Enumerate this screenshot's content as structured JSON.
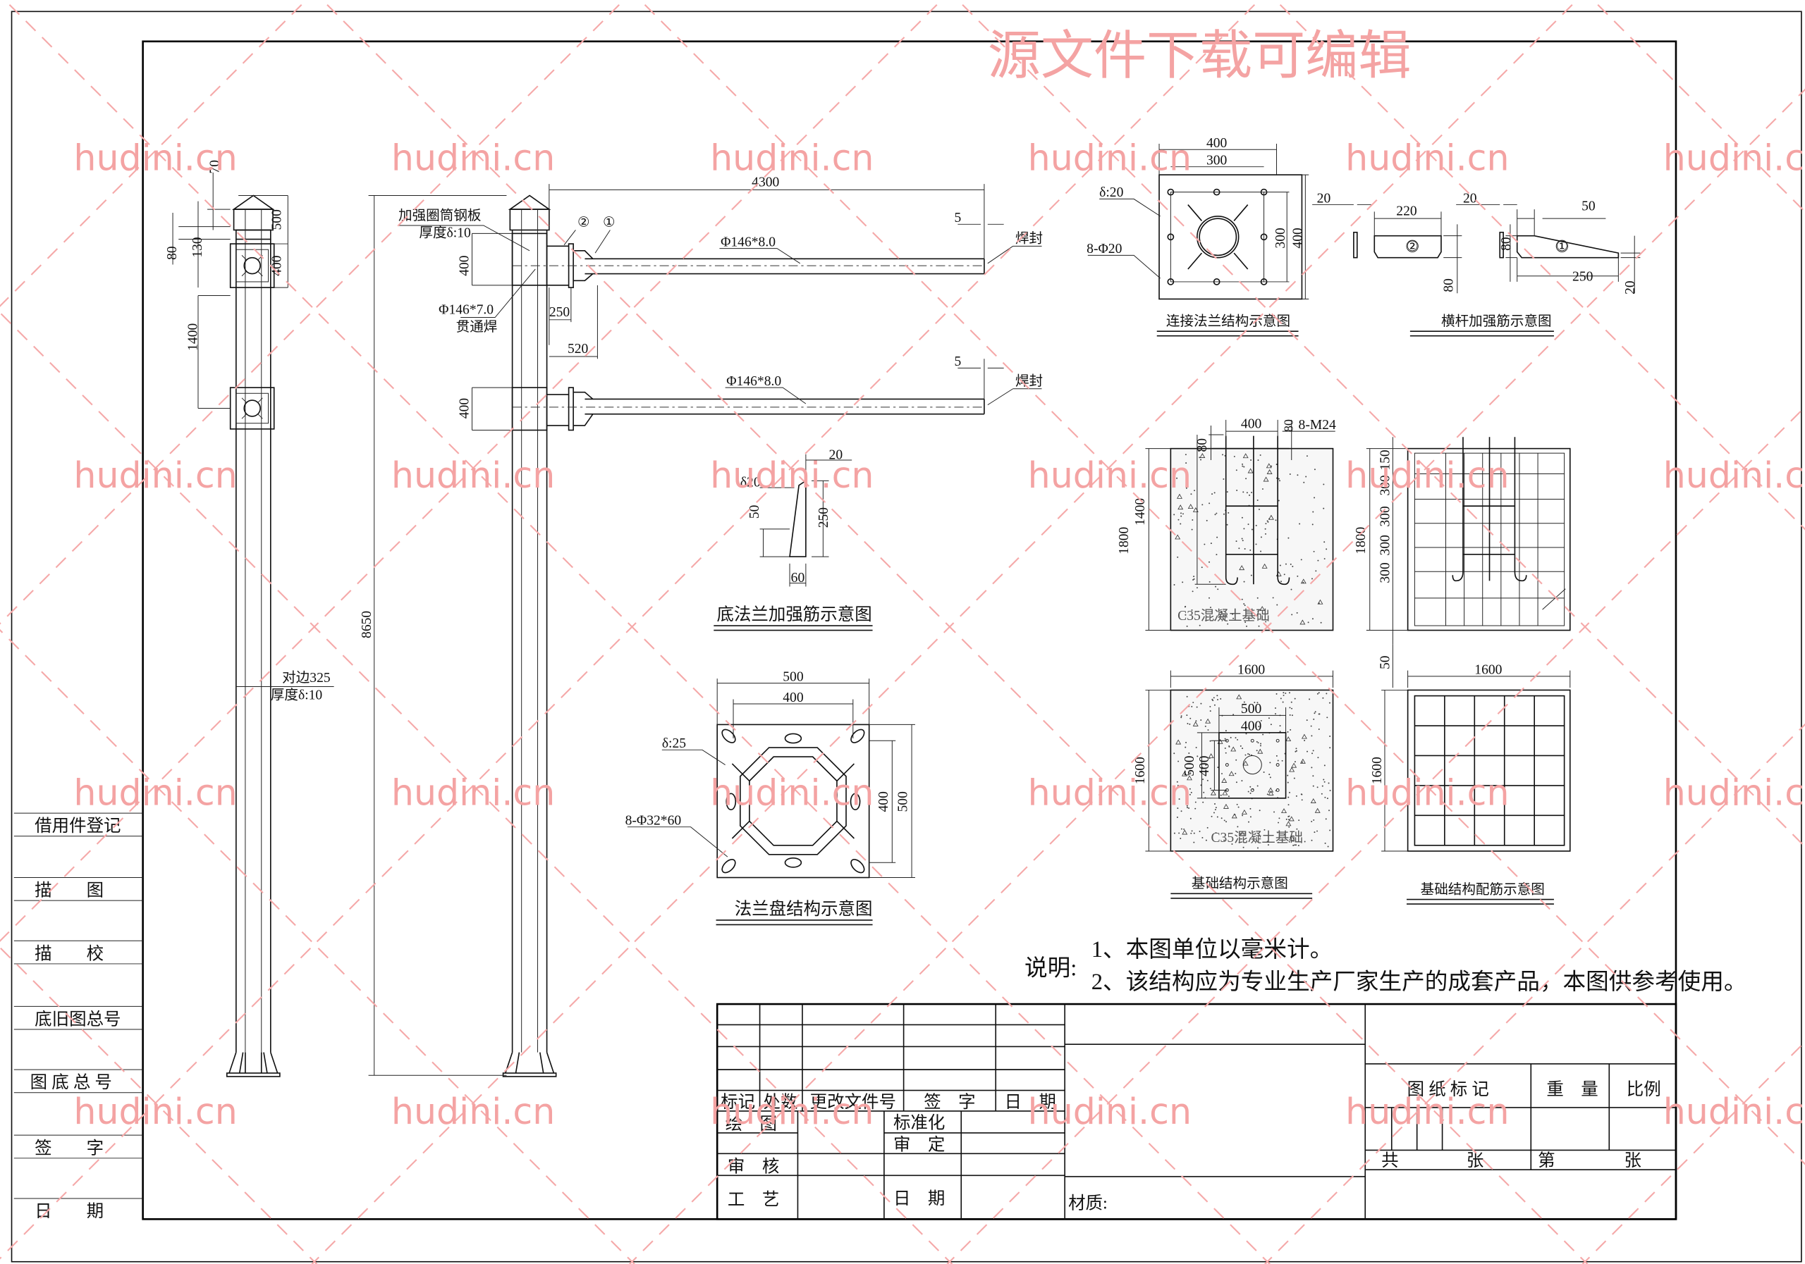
{
  "watermark": {
    "headline": "源文件下载可编辑",
    "site": "hudini.cn",
    "color": "#f4a3a3"
  },
  "side_panel": {
    "items": [
      "借用件登记",
      "描　　图",
      "描　　校",
      "底旧图总号",
      "图 底 总 号",
      "签　　字",
      "日　　期"
    ]
  },
  "pole_elevation": {
    "dim_cap_top": "70",
    "dim_cap_ring": "80",
    "dim_cap_total": "130",
    "dim_top": "500",
    "dim_box": "400",
    "dim_spacing": "1400",
    "spec": "对边325",
    "thickness": "厚度δ:10"
  },
  "arm_elevation": {
    "height": "8650",
    "arm_length": "4300",
    "gap_upper": "5",
    "gap_lower": "5",
    "arm_spec_upper": "Φ146*8.0",
    "arm_spec_lower": "Φ146*8.0",
    "weld_upper": "焊封",
    "weld_lower": "焊封",
    "sleeve_label": "加强圈筒钢板",
    "sleeve_thickness": "厚度δ:10",
    "branch_spec": "Φ146*7.0",
    "branch_weld": "贯通焊",
    "part_2": "②",
    "part_1": "①",
    "sleeve_upper": "400",
    "sleeve_lower": "400",
    "dim_250": "250",
    "dim_520": "520"
  },
  "connection_flange": {
    "title": "连接法兰结构示意图",
    "width_outer": "400",
    "width_inner": "300",
    "height_inner": "300",
    "height_outer": "400",
    "thickness": "δ:20",
    "holes": "8-Φ20"
  },
  "arm_stiffeners": {
    "title": "横杆加强筋示意图",
    "plate2_thickness": "20",
    "plate2_length": "220",
    "plate2_height": "80",
    "plate2_mark": "②",
    "plate1_thickness": "20",
    "plate1_top": "50",
    "plate1_height": "80",
    "plate1_length": "250",
    "plate1_end": "20",
    "plate1_mark": "①"
  },
  "base_stiffener": {
    "title": "底法兰加强筋示意图",
    "thickness": "δ20",
    "top": "20",
    "lower_height": "50",
    "height": "250",
    "width": "60"
  },
  "flange_plate": {
    "title": "法兰盘结构示意图",
    "outer": "500",
    "inner": "400",
    "thickness": "δ:25",
    "holes": "8-Φ32*60",
    "inner_v": "400",
    "outer_v": "500"
  },
  "foundation_section": {
    "bolt_spacing": "400",
    "bolts": "8-M24",
    "bolt_top": "80",
    "bolt_protrude": "80",
    "embed": "1400",
    "depth": "1800",
    "material": "C35混凝土基础"
  },
  "rebar_section": {
    "depth": "1800",
    "spacings": [
      "150",
      "300",
      "300",
      "300",
      "300"
    ]
  },
  "foundation_plan": {
    "title": "基础结构示意图",
    "width": "1600",
    "height": "1600",
    "plate_outer": "500",
    "plate_inner": "400",
    "plate_outer_v": "500",
    "plate_inner_v": "400",
    "material": "C35混凝土基础"
  },
  "rebar_plan": {
    "title": "基础结构配筋示意图",
    "width": "1600",
    "height": "1600",
    "cover": "50"
  },
  "notes": {
    "label": "说明:",
    "line1": "1、本图单位以毫米计。",
    "line2": "2、该结构应为专业生产厂家生产的成套产品，本图供参考使用。"
  },
  "title_block": {
    "rev_headers": [
      "标记",
      "处数",
      "更改文件号",
      "签　字",
      "日　期"
    ],
    "drawn": "绘　图",
    "standard": "标准化",
    "approved": "审　定",
    "checked": "审　核",
    "process": "工　艺",
    "date": "日　期",
    "material": "材质:",
    "drawing_mark": "图 纸 标 记",
    "weight": "重　量",
    "scale": "比例",
    "total": "共",
    "sheets_a": "张",
    "sheet_no": "第",
    "sheets_b": "张"
  }
}
